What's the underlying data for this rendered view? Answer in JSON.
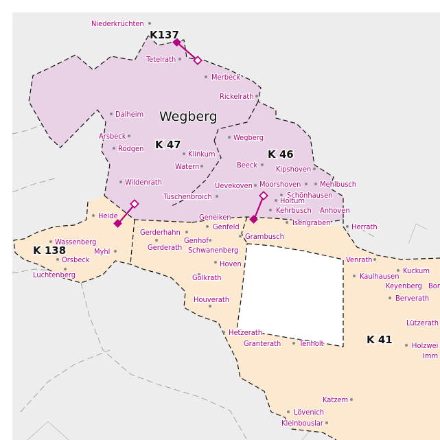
{
  "map": {
    "town_label": "Wegberg",
    "districts": [
      {
        "id": "k137",
        "label": "K137"
      },
      {
        "id": "k47",
        "label": "K 47"
      },
      {
        "id": "k46",
        "label": "K 46"
      },
      {
        "id": "k138",
        "label": "K 138"
      },
      {
        "id": "k41",
        "label": "K 41"
      }
    ],
    "places": [
      "Niederkrüchten",
      "Tetelrath",
      "Merbeck",
      "Rickelrath",
      "Dalheim",
      "Arsbeck",
      "Rödgen",
      "Wegberg",
      "Klinkum",
      "Watern",
      "Beeck",
      "Kipshoven",
      "Wildenrath",
      "Uevekoven",
      "Moorshoven",
      "Mehlbusch",
      "Schönhausen",
      "Tüschenbroich",
      "Holtum",
      "Kehrbusch",
      "Anhoven",
      "Heide",
      "Geneiken",
      "Genfeld",
      "Isengraben",
      "Herrath",
      "Gerderhahn",
      "Grambusch",
      "Genhof",
      "Gerderath",
      "Schwanenberg",
      "Wassenberg",
      "Myhl",
      "Orsbeck",
      "Luchtenberg",
      "Hoven",
      "Golkrath",
      "Venrath",
      "Kaulhausen",
      "Kuckum",
      "Keyenberg",
      "Bor",
      "Berverath",
      "Houverath",
      "Lützerath",
      "Hetzerath",
      "Granterath",
      "Tenholt",
      "Holzwei",
      "Imm",
      "Katzem",
      "Lövenich",
      "Kleinbouslar"
    ],
    "colors": {
      "background": "#ededed",
      "wegberg_area": "#ead2e6",
      "outer_area": "#fde9cf",
      "place_label": "#b5007f",
      "marker": "#b5007f",
      "outline": "#111111",
      "frame": "#ffffff"
    }
  }
}
